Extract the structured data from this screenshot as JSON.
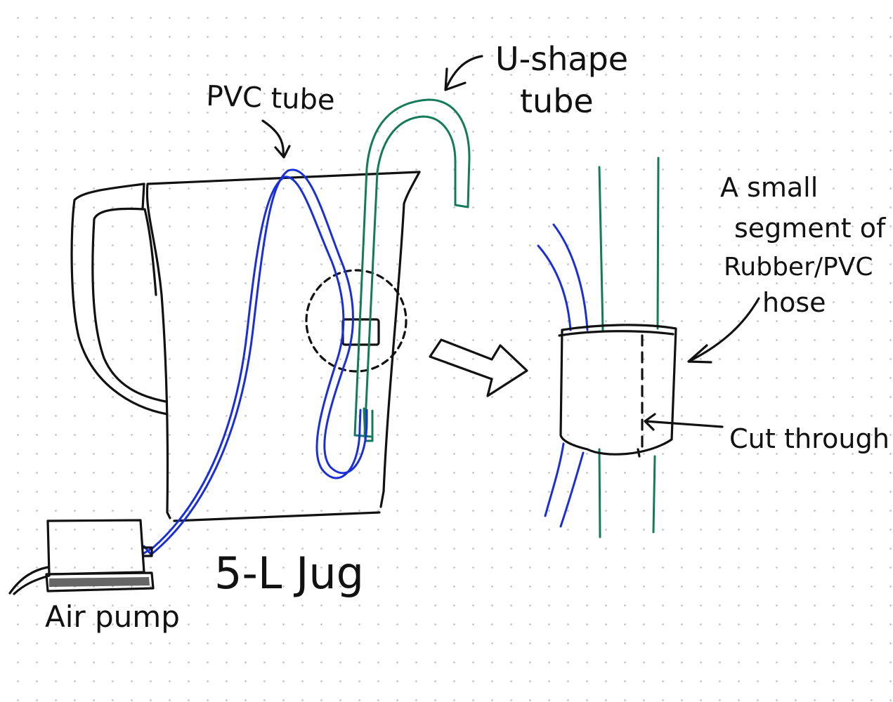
{
  "labels": {
    "pvc_tube": "PVC tube",
    "u_shape_line1": "U-shape",
    "u_shape_line2": "tube",
    "hose_line1": "A small",
    "hose_line2": "segment of",
    "hose_line3": "Rubber/PVC",
    "hose_line4": "hose",
    "cut_through": "Cut through",
    "jug": "5-L Jug",
    "air_pump": "Air pump"
  },
  "colors": {
    "ink": "#111111",
    "pvc_tube": "#1a2fd6",
    "u_tube": "#137a5a",
    "grid_dot": "#c9c9c9"
  }
}
